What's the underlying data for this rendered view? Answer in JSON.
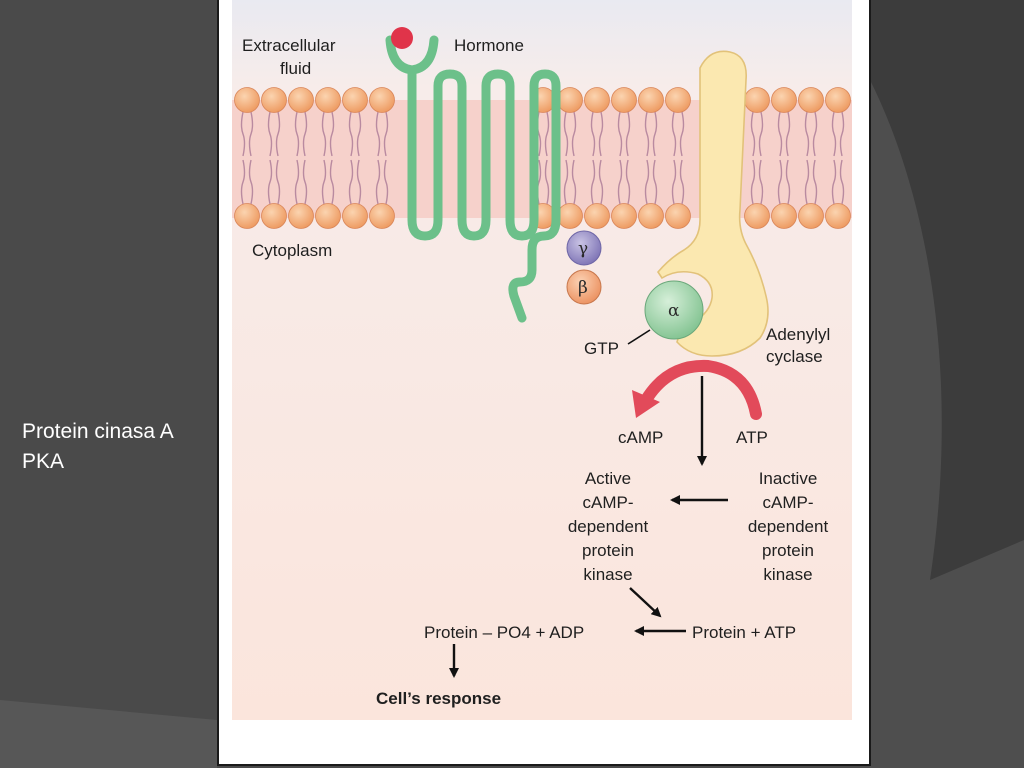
{
  "slide": {
    "side_text": [
      "Protein cinasa A",
      "PKA"
    ]
  },
  "diagram": {
    "labels": {
      "extracellular": [
        "Extracellular",
        "fluid"
      ],
      "hormone": "Hormone",
      "cytoplasm": "Cytoplasm",
      "gamma": "γ",
      "beta": "β",
      "alpha": "α",
      "gtp": "GTP",
      "adenylyl": [
        "Adenylyl",
        "cyclase"
      ],
      "camp": "cAMP",
      "atp": "ATP",
      "active_pka": [
        "Active",
        "cAMP-",
        "dependent",
        "protein",
        "kinase"
      ],
      "inactive_pka": [
        "Inactive",
        "cAMP-",
        "dependent",
        "protein",
        "kinase"
      ],
      "protein_po4": "Protein – PO4 + ADP",
      "protein_atp": "Protein + ATP",
      "response": "Cell’s response"
    },
    "colors": {
      "receptor": "#6cc08a",
      "hormone": "#e0344a",
      "cyclase": "#fbe8b0",
      "gamma": "#9a91c4",
      "beta": "#f2a47a",
      "alpha": "#a8d9b0",
      "red_arrow": "#e24a5a",
      "lipid_head": "#f5b483",
      "membrane": "#f7d3cc"
    }
  }
}
